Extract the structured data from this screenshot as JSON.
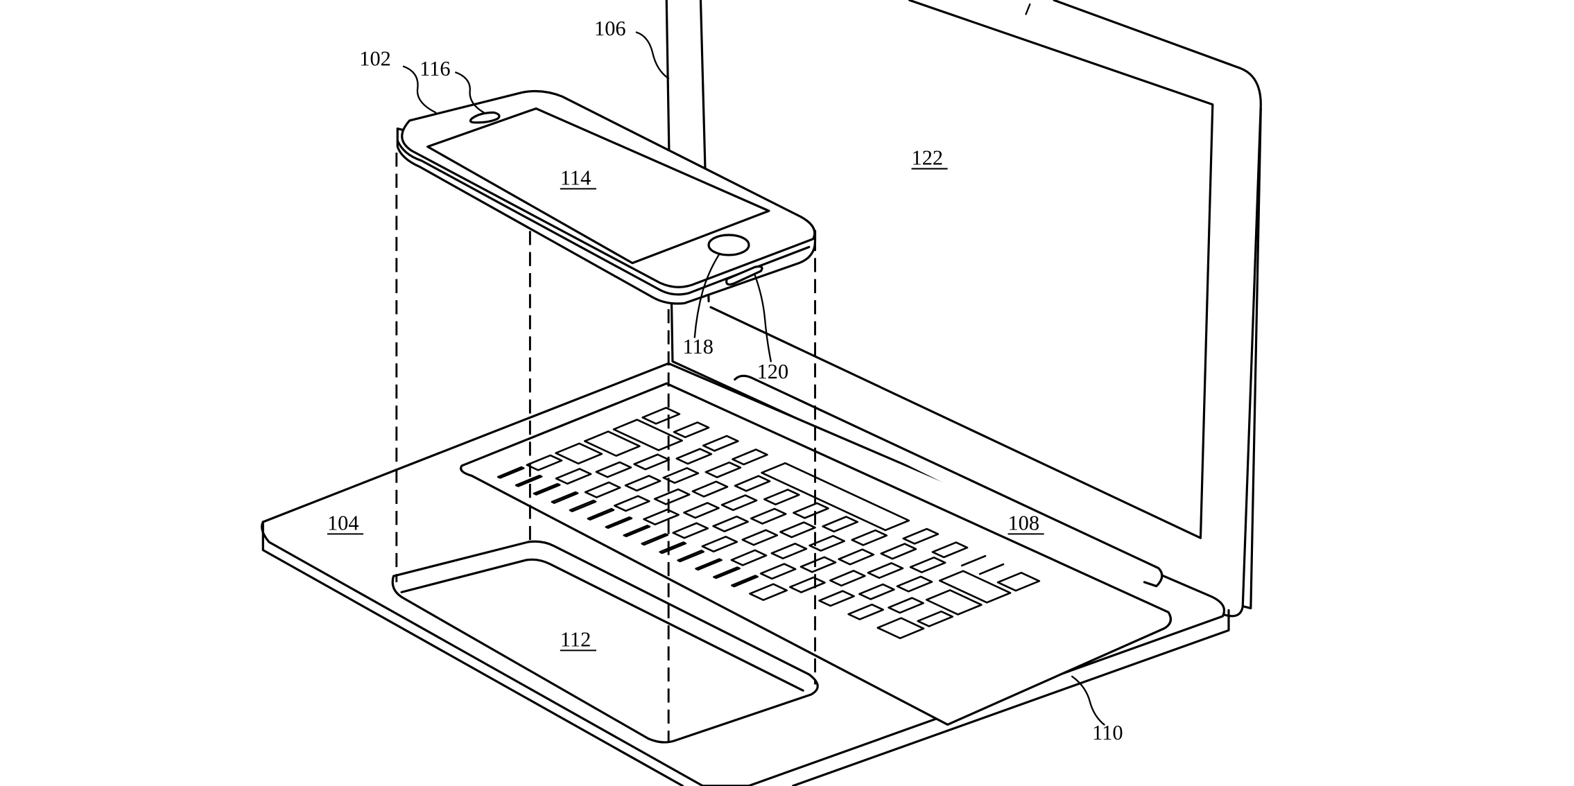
{
  "figure": {
    "labels": [
      {
        "id": "102",
        "text": "102",
        "underlined": false
      },
      {
        "id": "116",
        "text": "116",
        "underlined": false
      },
      {
        "id": "106",
        "text": "106",
        "underlined": false
      },
      {
        "id": "114",
        "text": "114",
        "underlined": true
      },
      {
        "id": "122",
        "text": "122",
        "underlined": true
      },
      {
        "id": "118",
        "text": "118",
        "underlined": false
      },
      {
        "id": "120",
        "text": "120",
        "underlined": false
      },
      {
        "id": "104",
        "text": "104",
        "underlined": true
      },
      {
        "id": "108",
        "text": "108",
        "underlined": true
      },
      {
        "id": "112",
        "text": "112",
        "underlined": true
      },
      {
        "id": "110",
        "text": "110",
        "underlined": false
      }
    ]
  }
}
